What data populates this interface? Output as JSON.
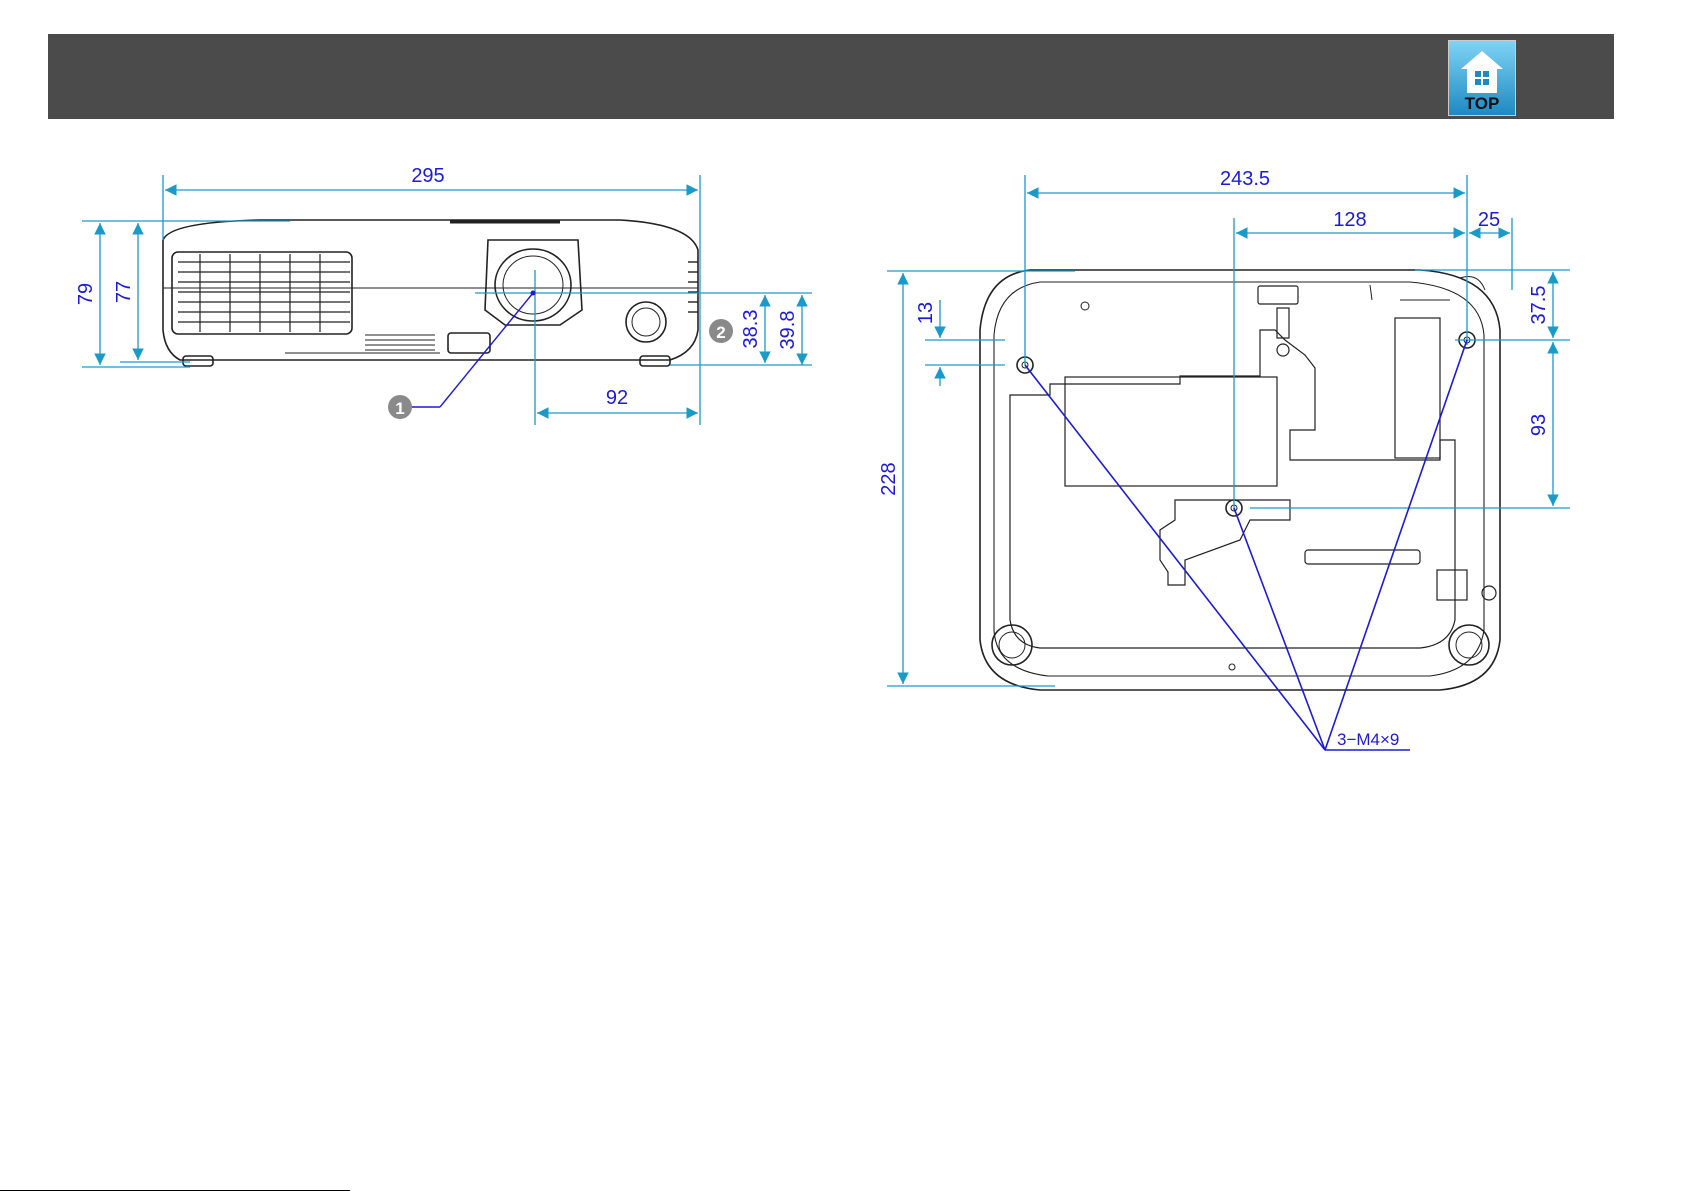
{
  "header": {
    "top_button_label": "TOP",
    "top_icon": "top-home-icon"
  },
  "colors": {
    "header_bg": "#4b4b4b",
    "dimension_line": "#1a9ac9",
    "dimension_text": "#1b1bd6",
    "callout_line": "#1b1bd6",
    "drawing_stroke": "#222222"
  },
  "front_view": {
    "width": "295",
    "height_total": "79",
    "height_body": "77",
    "lens_height_a": "38.3",
    "lens_height_b": "39.8",
    "lens_offset": "92",
    "callouts": [
      "1",
      "2"
    ]
  },
  "bottom_view": {
    "width": "243.5",
    "hole_span": "128",
    "hole_edge": "25",
    "depth": "228",
    "hole_offset": "13",
    "rear_hole_depth": "37.5",
    "hole_to_hole": "93",
    "screw_label": "3−M4×9"
  }
}
